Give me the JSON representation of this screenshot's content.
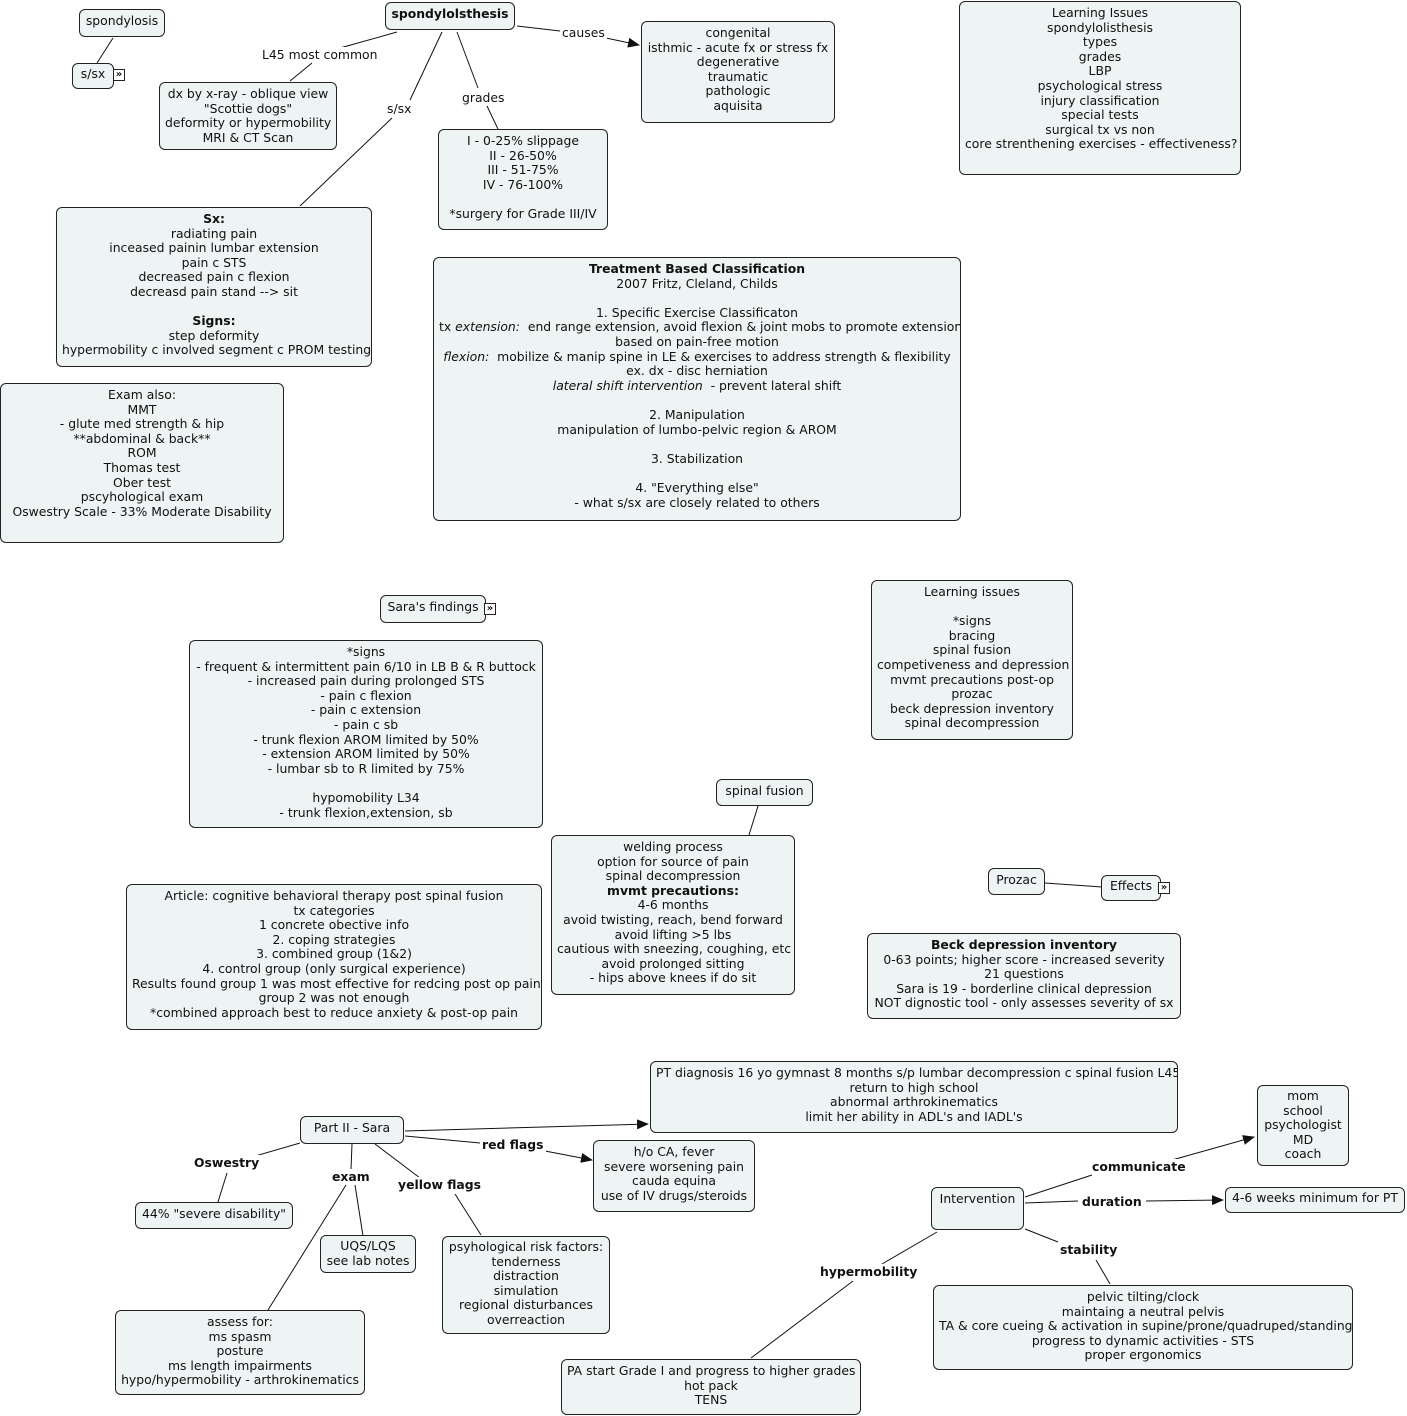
{
  "nodes": {
    "spondylosis": "spondylosis",
    "s_sx_small": "s/sx",
    "spondylolisthesis_top": "spondylolsthesis",
    "dx": [
      "dx by x-ray - oblique view",
      "\"Scottie dogs\"",
      "deformity or hypermobility",
      "MRI & CT Scan"
    ],
    "grades_box": [
      "I - 0-25% slippage",
      "II - 26-50%",
      "III - 51-75%",
      "IV - 76-100%",
      "",
      "*surgery for Grade III/IV"
    ],
    "causes_box": [
      "congenital",
      "isthmic - acute fx or stress fx",
      "degenerative",
      "traumatic",
      "pathologic",
      "aquisita"
    ],
    "learning_issues_1": [
      "Learning Issues",
      "spondylolisthesis",
      "types",
      "grades",
      "LBP",
      "psychological stress",
      "injury classification",
      "special tests",
      "surgical tx vs non",
      "core strenthening exercises - effectiveness?"
    ],
    "sx_signs": {
      "sx_title": "Sx:",
      "sx_items": [
        "radiating pain",
        "inceased painin lumbar extension",
        "pain c STS",
        "decreased pain c flexion",
        "decreasd pain stand --> sit"
      ],
      "signs_title": "Signs:",
      "signs_items": [
        "step deformity",
        "hypermobility c involved segment c PROM testing"
      ]
    },
    "exam_also": [
      "Exam also:",
      "MMT",
      "- glute med strength & hip",
      "**abdominal & back**",
      "ROM",
      "Thomas test",
      "Ober test",
      "pscyhological exam",
      "Oswestry Scale - 33% Moderate Disability"
    ],
    "tbc": {
      "title": "Treatment Based Classification",
      "authors": "2007 Fritz, Cleland, Childs",
      "l1": "1. Specific Exercise Classificaton",
      "ext_prefix": "tx ",
      "ext_label": "extension:",
      "ext_text": "  end range extension, avoid flexion & joint mobs to promote extension",
      "ext_text2": "based on pain-free motion",
      "flex_label": "flexion:",
      "flex_text": "  mobilize & manip spine in LE & exercises to address strength & flexibility",
      "flex_ex": "ex. dx - disc herniation",
      "lat_label": "lateral shift intervention",
      "lat_text": "  - prevent lateral shift",
      "l2": "2. Manipulation",
      "l2_text": "manipulation of lumbo-pelvic region & AROM",
      "l3": "3. Stabilization",
      "l4": "4. \"Everything else\"",
      "l4_text": "- what s/sx are closely related to others"
    },
    "saras_findings": "Sara's findings",
    "signs_box": [
      "*signs",
      "- frequent & intermittent pain 6/10 in LB B & R buttock",
      "- increased pain during prolonged STS",
      "- pain c flexion",
      "- pain c extension",
      "- pain c sb",
      "- trunk flexion AROM limited by 50%",
      "- extension AROM limited by 50%",
      "- lumbar sb to R limited by 75%",
      "",
      "hypomobility L34",
      "- trunk flexion,extension, sb"
    ],
    "learning_issues_2": [
      "Learning issues",
      "",
      "*signs",
      "bracing",
      "spinal fusion",
      "competiveness and depression",
      "mvmt precautions post-op",
      "prozac",
      "beck depression inventory",
      "spinal decompression"
    ],
    "spinal_fusion": "spinal fusion",
    "fusion_box": {
      "lines_a": [
        "welding process",
        "option for source of pain",
        "spinal decompression"
      ],
      "bold": "mvmt precautions:",
      "lines_b": [
        "4-6 months",
        "avoid twisting, reach, bend forward",
        "avoid lifting >5 lbs",
        "cautious with sneezing, coughing, etc",
        "avoid prolonged sitting",
        "- hips above knees if do sit"
      ]
    },
    "article": [
      "Article: cognitive behavioral therapy post spinal fusion",
      "tx categories",
      "1 concrete obective info",
      "2. coping strategies",
      "3. combined group (1&2)",
      "4. control group (only surgical experience)",
      "Results found group 1 was most effective for redcing post op pain",
      "group 2 was not enough",
      "*combined approach best to reduce anxiety & post-op pain"
    ],
    "prozac": "Prozac",
    "effects": "Effects",
    "beck": {
      "title": "Beck depression inventory",
      "lines": [
        "0-63 points; higher score - increased severity",
        "21 questions",
        "Sara is 19 - borderline clinical depression",
        "NOT dignostic tool - only assesses severity of sx"
      ]
    },
    "pt_diagnosis": [
      "PT diagnosis 16 yo gymnast 8 months s/p lumbar decompression c spinal fusion L45",
      "return to high school",
      "abnormal arthrokinematics",
      "limit her ability in ADL's and IADL's"
    ],
    "part2": "Part II - Sara",
    "red_flags_box": [
      "h/o CA, fever",
      "severe worsening pain",
      "cauda equina",
      "use of IV drugs/steroids"
    ],
    "oswestry_box": "44% \"severe disability\"",
    "uqs": [
      "UQS/LQS",
      "see lab notes"
    ],
    "yellow_box": [
      "psyhological risk factors:",
      "tenderness",
      "distraction",
      "simulation",
      "regional disturbances",
      "overreaction"
    ],
    "assess": [
      "assess for:",
      "ms spasm",
      "posture",
      "ms length impairments",
      "hypo/hypermobility - arthrokinematics"
    ],
    "communicate_box": [
      "mom",
      "school",
      "psychologist",
      "MD",
      "coach"
    ],
    "intervention": "Intervention",
    "duration_box": "4-6 weeks minimum for PT",
    "stability_box": [
      "pelvic tilting/clock",
      "maintaing a neutral pelvis",
      "TA & core cueing & activation in supine/prone/quadruped/standing",
      "progress to dynamic activities - STS",
      "proper ergonomics"
    ],
    "pa_box": [
      "PA start Grade I and progress to higher grades",
      "hot pack",
      "TENS"
    ]
  },
  "labels": {
    "l45": "L45 most common",
    "s_sx": "s/sx",
    "grades": "grades",
    "causes": "causes",
    "oswestry": "Oswestry",
    "exam": "exam",
    "yellow_flags": "yellow flags",
    "red_flags": "red flags",
    "communicate": "communicate",
    "duration": "duration",
    "stability": "stability",
    "hypermobility": "hypermobility"
  },
  "icons": {
    "expand": "expand-double-chevron-icon"
  },
  "colors": {
    "node_fill": "#eef3f4",
    "border": "#222222",
    "line": "#111111"
  }
}
